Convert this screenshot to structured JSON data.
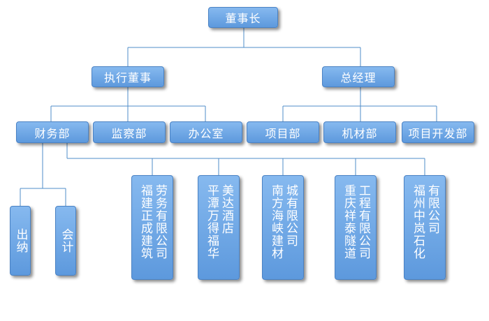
{
  "chairman": "董事长",
  "executive_director": "执行董事",
  "general_manager": "总经理",
  "departments": {
    "finance": "财务部",
    "supervision": "监察部",
    "office": "办公室",
    "project": "项目部",
    "equipment": "机材部",
    "project_dev": "项目开发部"
  },
  "finance_roles": {
    "cashier": "出纳",
    "accountant": "会计"
  },
  "companies": [
    {
      "col1": "劳务有限公司",
      "col2": "福建正成建筑"
    },
    {
      "col1": "美达酒店",
      "col2": "平潭万得福华"
    },
    {
      "col1": "城有限公司",
      "col2": "南方海峡建材"
    },
    {
      "col1": "工程有限公司",
      "col2": "重庆祥泰隧道"
    },
    {
      "col1": "有限公司",
      "col2": "福州中岚石化"
    }
  ],
  "colors": {
    "box_top": "#86b9ef",
    "box_bottom": "#5d99dd",
    "border": "#4a82c4",
    "line": "#4f8cc8",
    "text": "#ffffff"
  }
}
